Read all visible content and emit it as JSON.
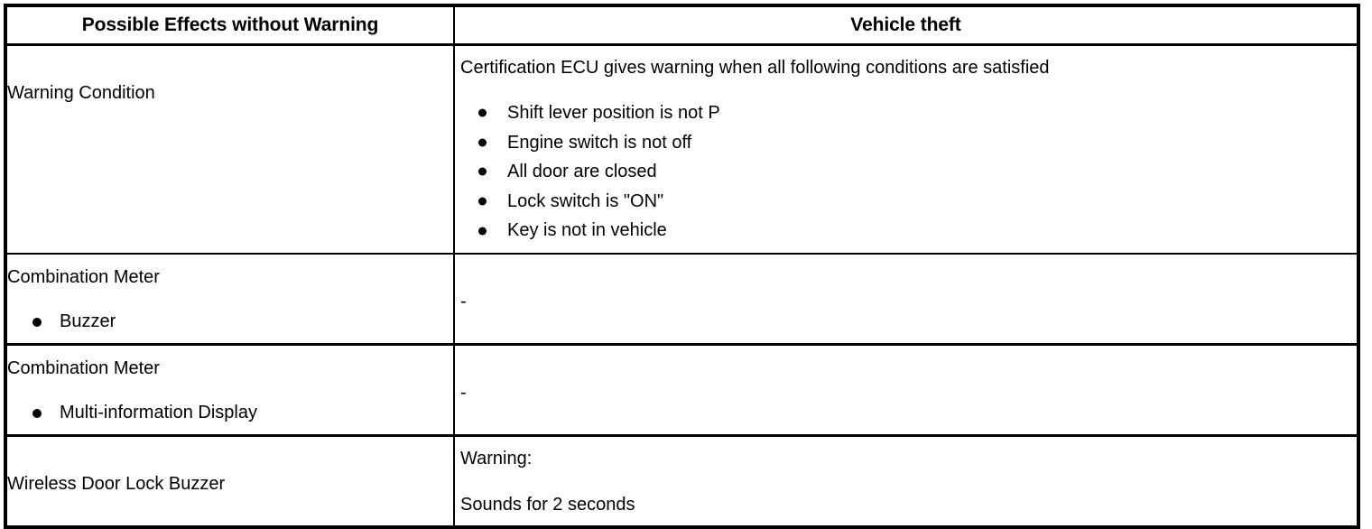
{
  "table": {
    "headers": {
      "left": "Possible Effects without Warning",
      "right": "Vehicle theft"
    },
    "rows": [
      {
        "label": "Warning Condition",
        "value_intro": "Certification ECU gives warning when all following conditions are satisfied",
        "conditions": [
          "Shift lever position is not P",
          "Engine switch is not off",
          "All door are closed",
          "Lock switch is \"ON\"",
          "Key is not in vehicle"
        ]
      },
      {
        "label_title": "Combination Meter",
        "label_bullet": "Buzzer",
        "value": "-"
      },
      {
        "label_title": "Combination Meter",
        "label_bullet": "Multi-information Display",
        "value": "-"
      },
      {
        "label": "Wireless Door Lock Buzzer",
        "value_line1": "Warning:",
        "value_line2": "Sounds for 2 seconds"
      }
    ]
  },
  "colors": {
    "border": "#000000",
    "background": "#ffffff",
    "text": "#000000"
  }
}
